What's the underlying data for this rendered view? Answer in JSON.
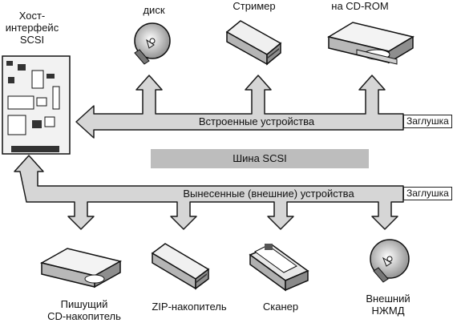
{
  "host": {
    "line1": "Хост-",
    "line2": "интерфейс",
    "line3": "SCSI"
  },
  "internal_devices": [
    {
      "name": "диск",
      "icon": "hard-disk-icon"
    },
    {
      "name": "Стример",
      "icon": "tape-streamer-icon"
    },
    {
      "name": "на CD-ROM",
      "icon": "cdrom-drive-icon"
    }
  ],
  "external_devices": [
    {
      "line1": "Пишущий",
      "line2": "CD-накопитель",
      "icon": "cd-writer-icon"
    },
    {
      "line1": "ZIP-накопитель",
      "line2": "",
      "icon": "zip-drive-icon"
    },
    {
      "line1": "Сканер",
      "line2": "",
      "icon": "scanner-icon"
    },
    {
      "line1": "Внешний",
      "line2": "НЖМД",
      "icon": "external-hdd-icon"
    }
  ],
  "buses": {
    "internal_label": "Встроенные устройства",
    "external_label": "Вынесенные (внешние) устройства",
    "bus_label": "Шина SCSI",
    "terminator_label": "Заглушка"
  },
  "colors": {
    "arrow_fill": "#d6d6d6",
    "arrow_stroke": "#1a1a1a",
    "bus_fill": "#bdbdbd"
  }
}
